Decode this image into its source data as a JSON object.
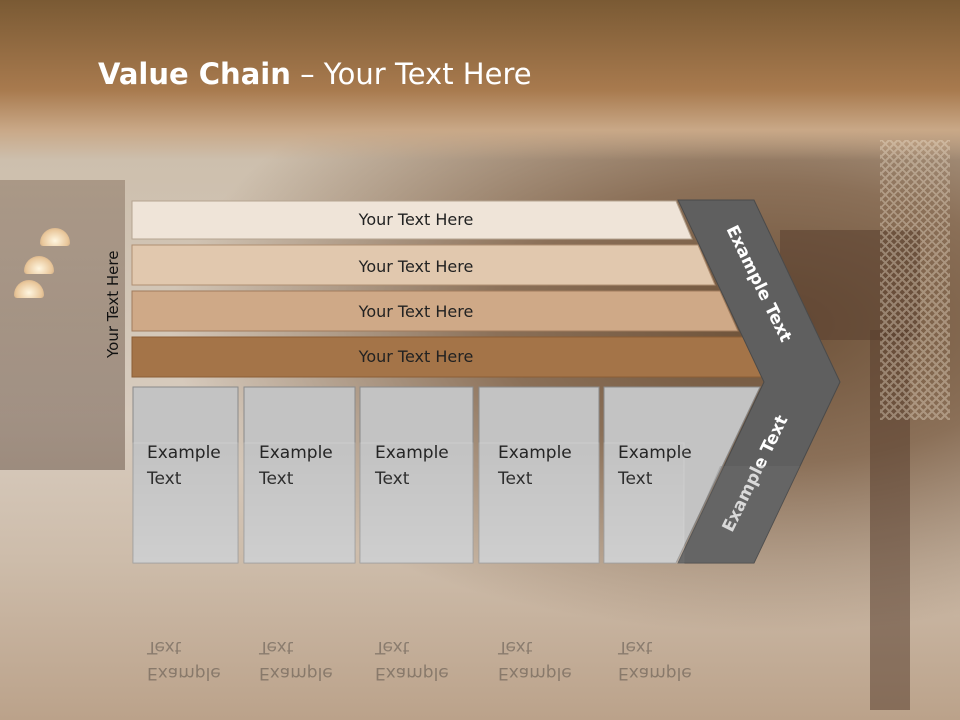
{
  "title": {
    "bold": "Value Chain",
    "rest": " – Your Text Here"
  },
  "side_label": "Your Text Here",
  "bars": [
    {
      "label": "Your Text Here",
      "color": "#efe4d8"
    },
    {
      "label": "Your Text Here",
      "color": "#e1c8ae"
    },
    {
      "label": "Your Text Here",
      "color": "#cfa987"
    },
    {
      "label": "Your Text Here",
      "color": "#a47448"
    }
  ],
  "boxes": [
    {
      "line1": "Example",
      "line2": "Text"
    },
    {
      "line1": "Example",
      "line2": "Text"
    },
    {
      "line1": "Example",
      "line2": "Text"
    },
    {
      "line1": "Example",
      "line2": "Text"
    },
    {
      "line1": "Example",
      "line2": "Text"
    }
  ],
  "arrow": {
    "upper_label": "Example Text",
    "lower_label": "Example Text",
    "color": "#5f5f5f"
  },
  "colors": {
    "box_fill": "#c3c3c3",
    "box_stroke": "#8a8a8a",
    "title": "#ffffff"
  }
}
